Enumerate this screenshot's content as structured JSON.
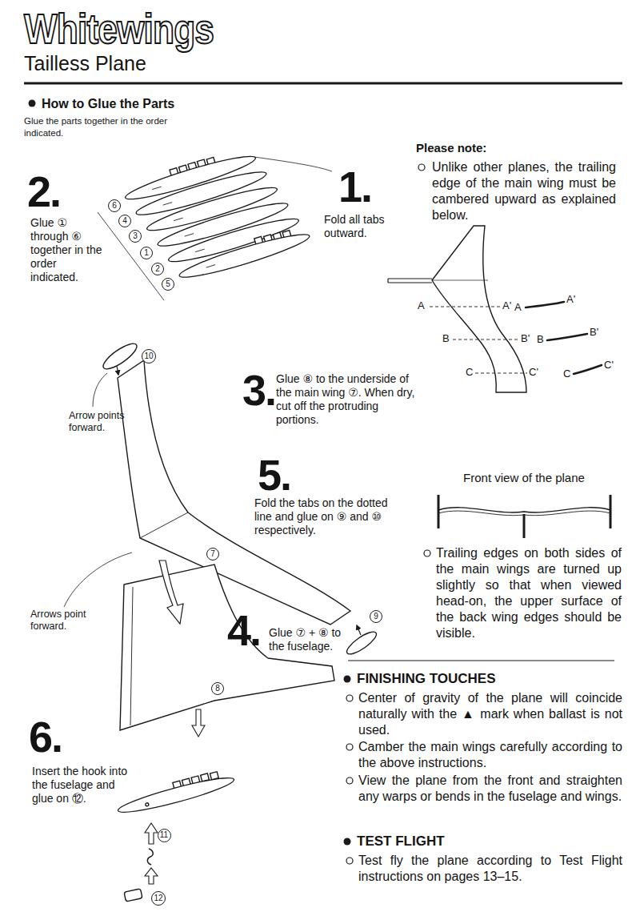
{
  "diagram": {
    "title": "Whitewings",
    "nodes": [
      {
        "text": [
          "6"
        ]
      },
      {
        "text": [
          "4"
        ]
      },
      {
        "text": [
          "3"
        ]
      },
      {
        "text": [
          "1"
        ]
      },
      {
        "text": [
          "2"
        ]
      },
      {
        "text": [
          "5"
        ]
      },
      {
        "text": [
          "10"
        ]
      },
      {
        "text": [
          "7"
        ]
      },
      {
        "text": [
          "9"
        ]
      },
      {
        "text": [
          "8"
        ]
      },
      {
        "text": [
          "11"
        ]
      },
      {
        "text": [
          "12"
        ]
      }
    ],
    "labels": [
      "Tailless Plane",
      "How to Glue the Parts",
      "Glue the parts together in the order indicated.",
      "2.",
      "Glue ① through ⑥ together in the order indicated.",
      "1.",
      "Fold all tabs outward.",
      "Please note:",
      "Unlike other planes, the trailing edge of the main wing must be cambered upward as explained below.",
      "A",
      "A'",
      "A",
      "A'",
      "B",
      "B'",
      "B",
      "B'",
      "C",
      "C'",
      "C",
      "C'",
      "Arrow points forward.",
      "3.",
      "Glue ⑧ to the underside of the main wing ⑦. When dry, cut off the protruding portions.",
      "5.",
      "Fold the tabs on the dotted line and glue on ⑨ and ⑩ respectively.",
      "Front view of the plane",
      "Trailing edges on both sides of the main wings are turned up slightly so that when viewed head-on, the upper surface of the back wing edges should be visible.",
      "Arrows point forward.",
      "4.",
      "Glue ⑦ + ⑧ to the fuselage.",
      "6.",
      "Insert the hook into the fuselage and glue on ⑫.",
      "FINISHING TOUCHES",
      "Center of gravity of the plane will coincide naturally with the ▲ mark when ballast is not used.",
      "Camber the main wings carefully according to the above instructions.",
      "View the plane from the front and straighten any warps or bends in the fuselage and wings.",
      "TEST FLIGHT",
      "Test fly the plane according to Test Flight instructions on pages 13–15."
    ]
  }
}
